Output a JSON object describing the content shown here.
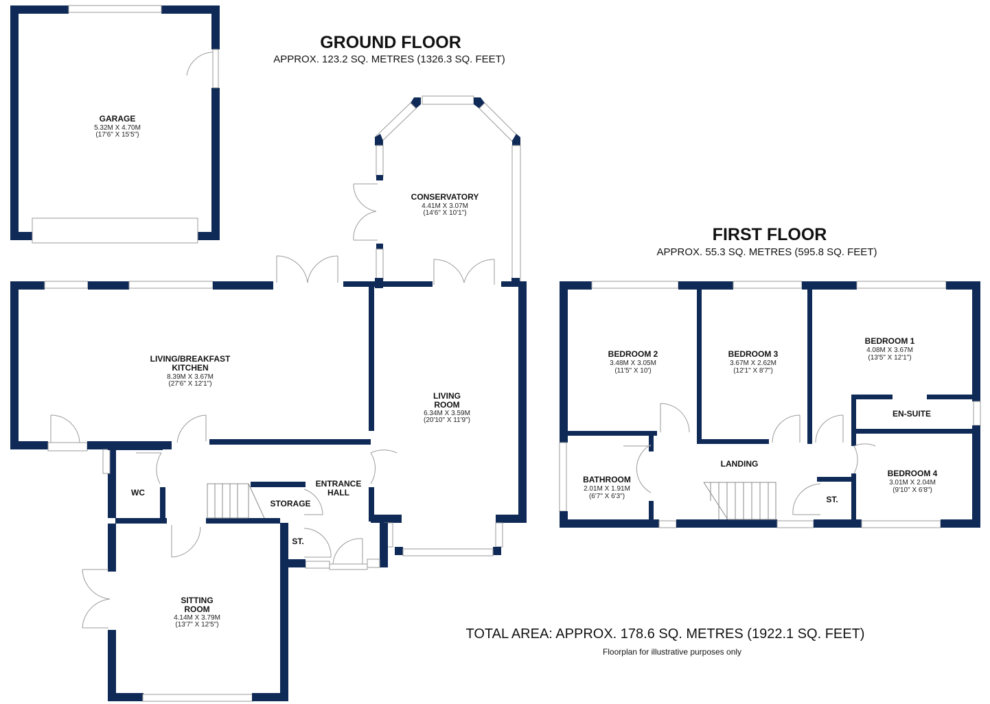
{
  "ground_floor": {
    "title": "GROUND FLOOR",
    "area": "APPROX. 123.2 SQ. METRES (1326.3 SQ. FEET)",
    "rooms": {
      "garage": {
        "name": "GARAGE",
        "metric": "5.32M X 4.70M",
        "imperial": "(17'6\" X 15'5\")"
      },
      "conservatory": {
        "name": "CONSERVATORY",
        "metric": "4.41M X 3.07M",
        "imperial": "(14'6\" X 10'1\")"
      },
      "kitchen": {
        "name1": "LIVING/BREAKFAST",
        "name2": "KITCHEN",
        "metric": "8.39M X 3.67M",
        "imperial": "(27'6\" X 12'1\")"
      },
      "living": {
        "name1": "LIVING",
        "name2": "ROOM",
        "metric": "6.34M X 3.59M",
        "imperial": "(20'10\" X 11'9\")"
      },
      "wc": {
        "name": "WC"
      },
      "storage": {
        "name": "STORAGE"
      },
      "entrance": {
        "name1": "ENTRANCE",
        "name2": "HALL"
      },
      "store": {
        "name": "ST."
      },
      "sitting": {
        "name1": "SITTING",
        "name2": "ROOM",
        "metric": "4.14M X 3.79M",
        "imperial": "(13'7\" X 12'5\")"
      }
    }
  },
  "first_floor": {
    "title": "FIRST FLOOR",
    "area": "APPROX. 55.3 SQ. METRES (595.8 SQ. FEET)",
    "rooms": {
      "bedroom2": {
        "name": "BEDROOM 2",
        "metric": "3.48M X 3.05M",
        "imperial": "(11'5\" X 10')"
      },
      "bedroom3": {
        "name": "BEDROOM 3",
        "metric": "3.67M X 2.62M",
        "imperial": "(12'1\" X 8'7\")"
      },
      "bedroom1": {
        "name": "BEDROOM 1",
        "metric": "4.08M X 3.67M",
        "imperial": "(13'5\" X 12'1\")"
      },
      "ensuite": {
        "name": "EN-SUITE"
      },
      "landing": {
        "name": "LANDING"
      },
      "bathroom": {
        "name": "BATHROOM",
        "metric": "2.01M X 1.91M",
        "imperial": "(6'7\" X 6'3\")"
      },
      "store": {
        "name": "ST."
      },
      "bedroom4": {
        "name": "BEDROOM 4",
        "metric": "3.01M X 2.04M",
        "imperial": "(9'10\" X 6'8\")"
      }
    }
  },
  "total_area": "TOTAL AREA: APPROX. 178.6 SQ. METRES (1922.1 SQ. FEET)",
  "disclaimer": "Floorplan for illustrative purposes only",
  "colors": {
    "wall": "#0f2a57"
  }
}
